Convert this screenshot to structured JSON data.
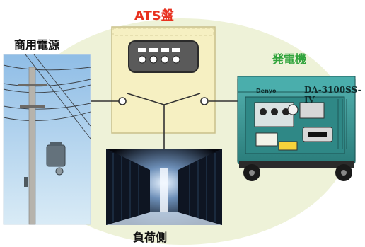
{
  "labels": {
    "ats": "ATS盤",
    "grid": "商用電源",
    "generator": "発電機",
    "load": "負荷側"
  },
  "generator": {
    "brand": "Denyo",
    "model": "DA-3100SS-IV"
  },
  "colors": {
    "ats_label": "#e8311f",
    "generator_label": "#2fa33a",
    "ats_panel": "#f5efbf",
    "generator_body": "#3a9a98",
    "background_ellipse": "#eef2d8"
  }
}
